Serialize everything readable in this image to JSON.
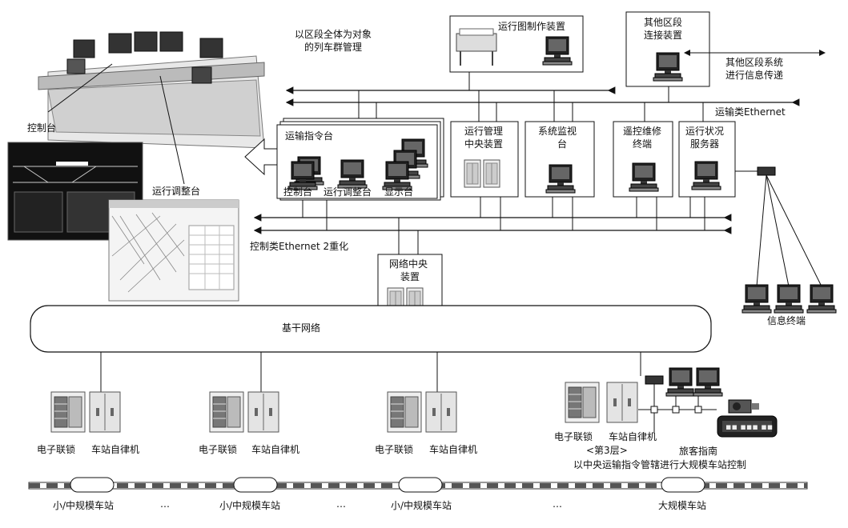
{
  "labels": {
    "section_train_mgmt_line1": "以区段全体为对象",
    "section_train_mgmt_line2": "的列车群管理",
    "diagram_maker": "运行图制作装置",
    "other_section_conn_line1": "其他区段",
    "other_section_conn_line2": "连接装置",
    "other_section_sys_line1": "其他区段系统",
    "other_section_sys_line2": "进行信息传递",
    "transport_ethernet": "运输类Ethernet",
    "dispatch_group": "运输指令台",
    "dispatch_control_desk": "控制台",
    "dispatch_adjust_desk": "运行调整台",
    "dispatch_display_desk": "显示台",
    "op_mgmt_center_line1": "运行管理",
    "op_mgmt_center_line2": "中央装置",
    "sys_monitor_line1": "系统监视",
    "sys_monitor_line2": "台",
    "remote_maint_line1": "遥控维修",
    "remote_maint_line2": "终端",
    "op_status_server_line1": "运行状况",
    "op_status_server_line2": "服务器",
    "control_ethernet": "控制类Ethernet 2重化",
    "network_center_line1": "网络中央",
    "network_center_line2": "装置",
    "backbone": "基干网络",
    "info_terminal": "信息终端",
    "photo_control_desk": "控制台",
    "photo_adjust_desk": "运行调整台",
    "interlock": "电子联锁",
    "station_auto": "车站自律机",
    "passenger_guide": "旅客指南",
    "layer3": "<第3层>",
    "large_station_desc": "以中央运输指令管辖进行大规模车站控制",
    "small_station": "小/中规模车站",
    "large_station": "大规模车站",
    "ellipsis": "…"
  }
}
